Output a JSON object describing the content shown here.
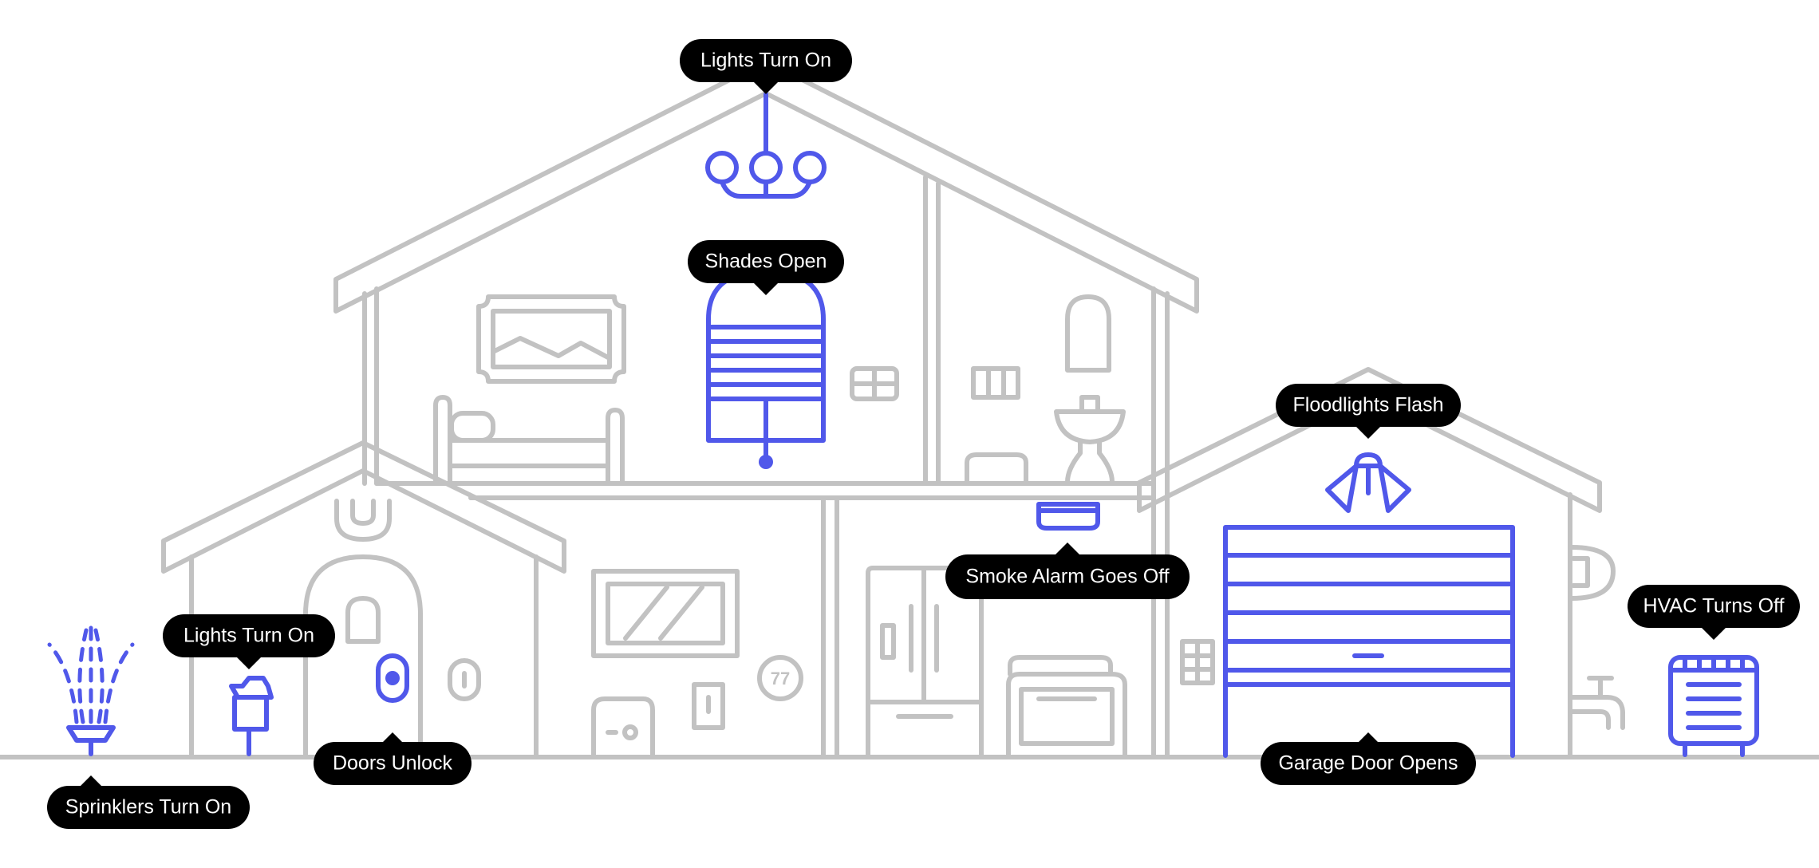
{
  "colors": {
    "line": "#c2c2c2",
    "accent": "#5058ea",
    "tooltip_bg": "#000000",
    "tooltip_text": "#ffffff"
  },
  "callouts": [
    {
      "id": "chandelier",
      "label": "Lights Turn On"
    },
    {
      "id": "shades",
      "label": "Shades Open"
    },
    {
      "id": "floodlights",
      "label": "Floodlights Flash"
    },
    {
      "id": "smoke",
      "label": "Smoke Alarm Goes Off"
    },
    {
      "id": "lamp",
      "label": "Lights Turn On"
    },
    {
      "id": "hvac",
      "label": "HVAC Turns Off"
    },
    {
      "id": "doors",
      "label": "Doors Unlock"
    },
    {
      "id": "garage",
      "label": "Garage Door Opens"
    },
    {
      "id": "sprinklers",
      "label": "Sprinklers Turn On"
    }
  ],
  "thermostat": {
    "display": "77"
  }
}
